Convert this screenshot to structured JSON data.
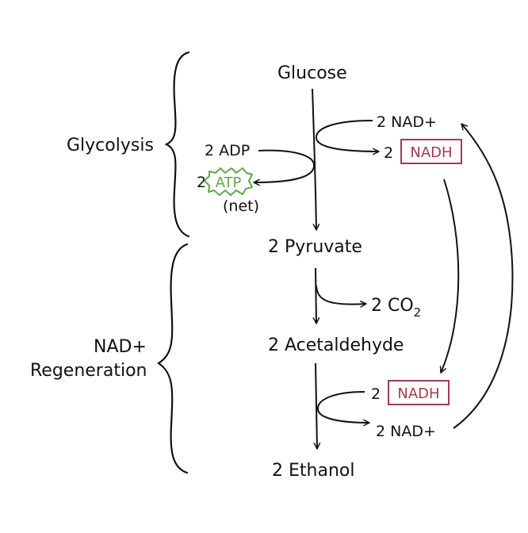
{
  "phases": {
    "glycolysis": "Glycolysis",
    "regeneration_line1": "NAD+",
    "regeneration_line2": "Regeneration"
  },
  "metabolites": {
    "glucose": "Glucose",
    "pyruvate": "2 Pyruvate",
    "acetaldehyde": "2 Acetaldehyde",
    "ethanol": "2 Ethanol"
  },
  "glycolysis_side": {
    "adp": "2 ADP",
    "atp_coef": "2",
    "atp": "ATP",
    "net": "(net)",
    "nad_in": "2 NAD+",
    "nadh_coef": "2",
    "nadh": "NADH"
  },
  "decarboxylation": {
    "co2_prefix": "2 CO",
    "co2_sub": "2"
  },
  "regeneration_side": {
    "nadh_coef": "2",
    "nadh": "NADH",
    "nad_out": "2 NAD+"
  },
  "colors": {
    "ink": "#111111",
    "atp": "#5fa84a",
    "nadh": "#a23b4a"
  }
}
